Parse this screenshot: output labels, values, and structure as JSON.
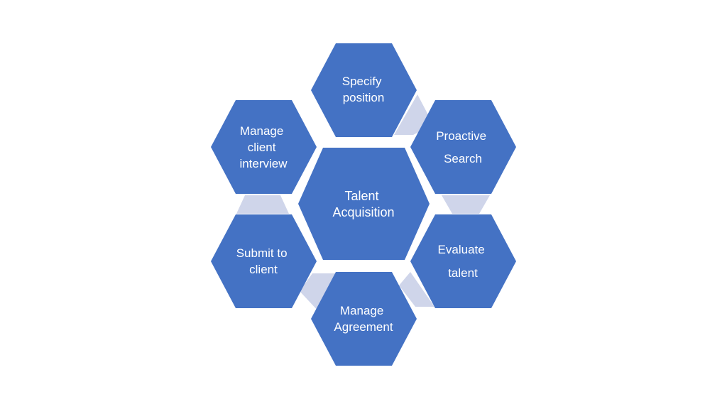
{
  "colors": {
    "background": "#ffffff",
    "hexagon_fill": "#4472c4",
    "connector_fill": "#cfd5ea"
  },
  "diagram": {
    "center": {
      "lines": [
        "Talent",
        "Acquisition"
      ]
    },
    "steps": [
      {
        "lines": [
          "Specify",
          "position"
        ]
      },
      {
        "lines": [
          "Proactive",
          "Search"
        ]
      },
      {
        "lines": [
          "Evaluate",
          "talent"
        ]
      },
      {
        "lines": [
          "Manage",
          "Agreement"
        ]
      },
      {
        "lines": [
          "Submit to",
          "client"
        ]
      },
      {
        "lines": [
          "Manage",
          "client",
          "interview"
        ]
      }
    ]
  }
}
